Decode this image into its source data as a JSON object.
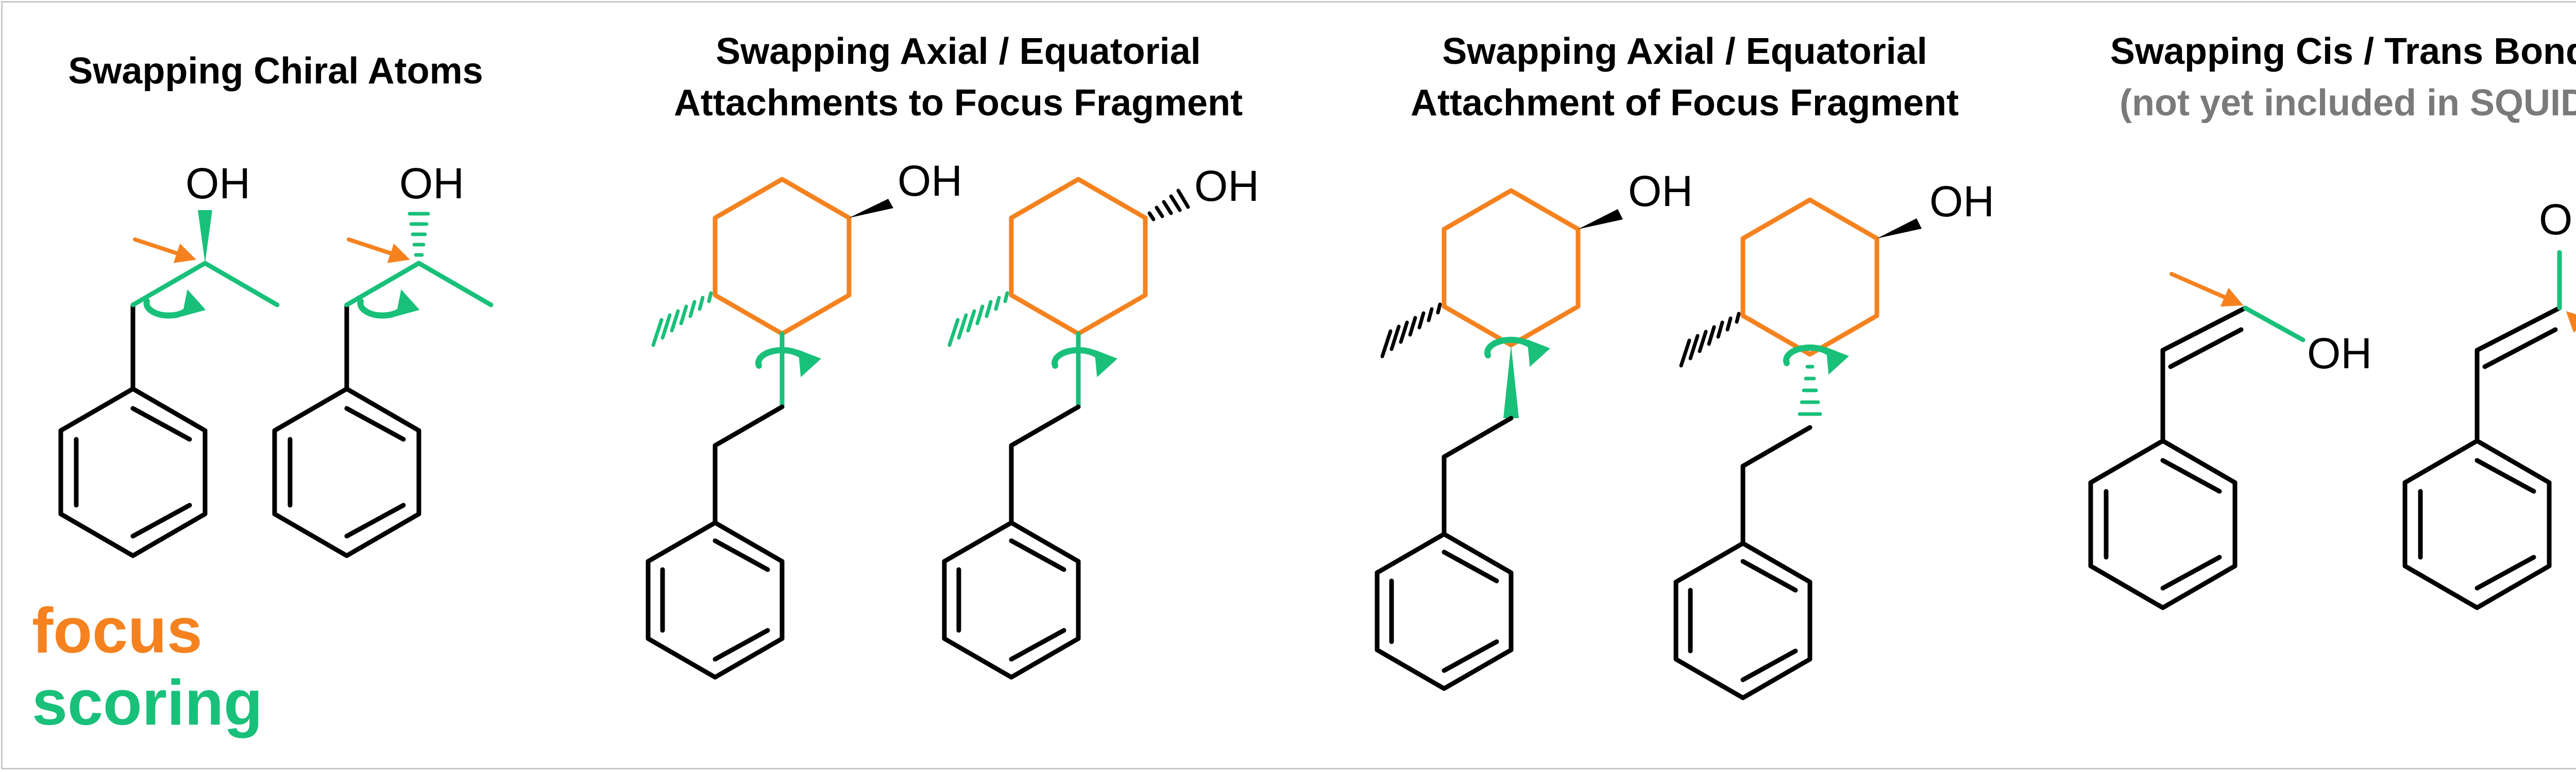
{
  "colors": {
    "focus": "#f5821f",
    "scoring": "#19c07a",
    "bond": "#000000",
    "frame": "#c8c8c8",
    "subtitle": "#7a7a7a"
  },
  "panels": [
    {
      "title_lines": [
        "Swapping Chiral Atoms"
      ]
    },
    {
      "title_lines": [
        "Swapping Axial / Equatorial",
        "Attachments to Focus Fragment"
      ]
    },
    {
      "title_lines": [
        "Swapping Axial / Equatorial",
        "Attachment of Focus Fragment"
      ]
    },
    {
      "title_lines": [
        "Swapping Cis / Trans Bonds"
      ],
      "subtitle": "(not yet included in SQUID)"
    }
  ],
  "legend": {
    "focus_label": "focus",
    "scoring_label": "scoring"
  },
  "atom_labels": {
    "hydroxyl": "OH"
  },
  "icons": [
    "rotation-arrow-icon",
    "focus-pointer-arrow-icon",
    "wedge-bond",
    "hashed-bond"
  ]
}
